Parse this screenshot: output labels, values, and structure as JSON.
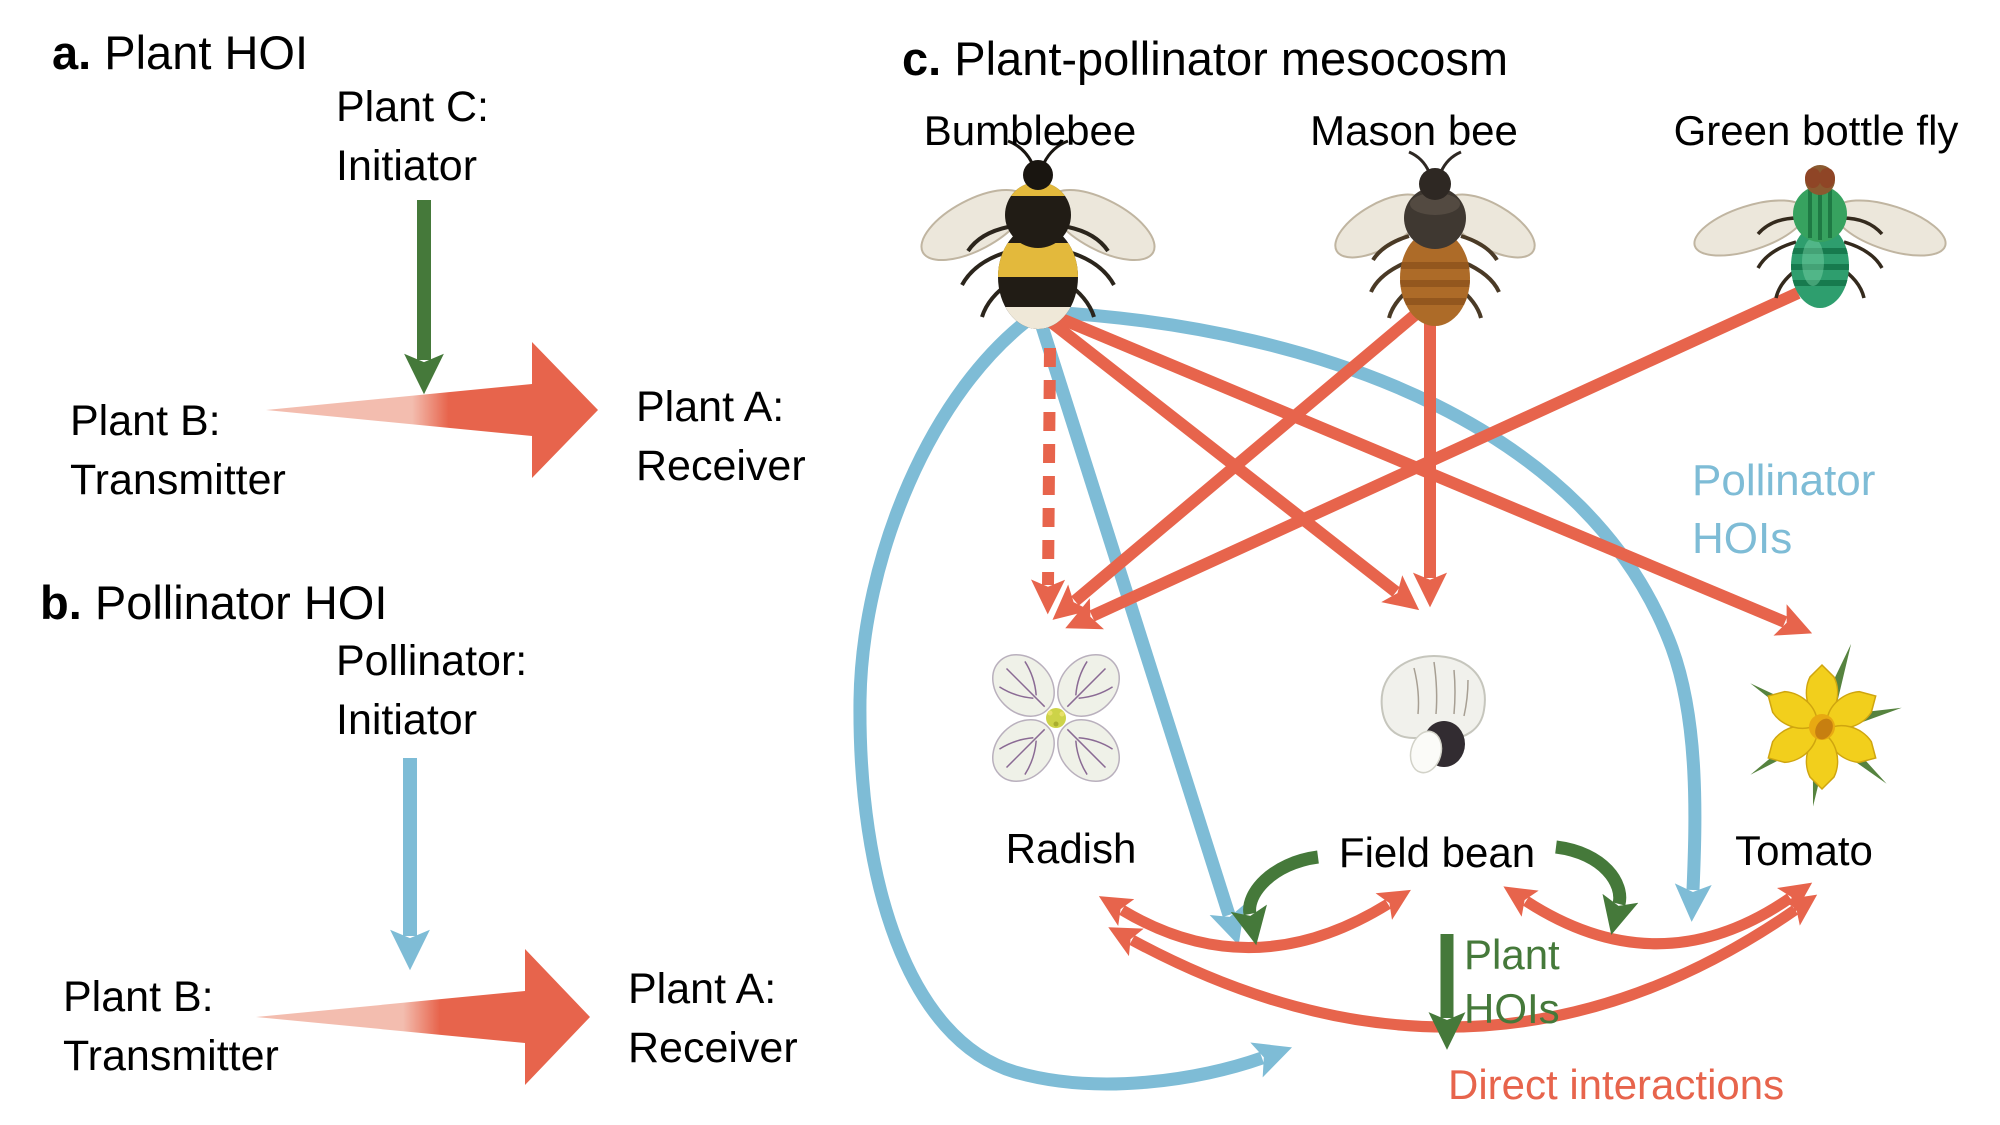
{
  "colors": {
    "red": "#E7644C",
    "red_light": "#F3BDAF",
    "blue": "#7EBCD6",
    "green": "#45793A",
    "text": "#000000"
  },
  "panel_a": {
    "label": "a.",
    "title": "Plant HOI",
    "initiator_line1": "Plant C:",
    "initiator_line2": "Initiator",
    "transmitter_line1": "Plant B:",
    "transmitter_line2": "Transmitter",
    "receiver_line1": "Plant A:",
    "receiver_line2": "Receiver"
  },
  "panel_b": {
    "label": "b.",
    "title": "Pollinator HOI",
    "initiator_line1": "Pollinator:",
    "initiator_line2": "Initiator",
    "transmitter_line1": "Plant B:",
    "transmitter_line2": "Transmitter",
    "receiver_line1": "Plant A:",
    "receiver_line2": "Receiver"
  },
  "panel_c": {
    "label": "c.",
    "title": "Plant-pollinator mesocosm",
    "pollinators": [
      {
        "name": "Bumblebee"
      },
      {
        "name": "Mason bee"
      },
      {
        "name": "Green bottle fly"
      }
    ],
    "plants": [
      {
        "name": "Radish"
      },
      {
        "name": "Field bean"
      },
      {
        "name": "Tomato"
      }
    ],
    "legend": {
      "pollinator_hoi_line1": "Pollinator",
      "pollinator_hoi_line2": "HOIs",
      "plant_hoi_line1": "Plant",
      "plant_hoi_line2": "HOIs",
      "direct": "Direct interactions"
    }
  }
}
